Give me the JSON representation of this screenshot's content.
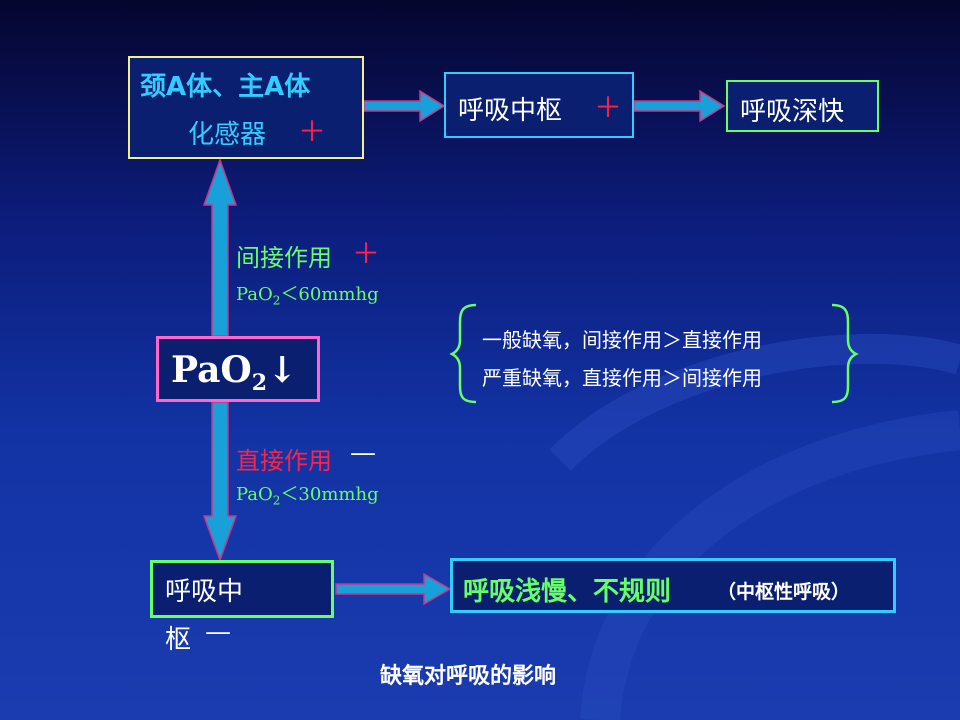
{
  "diagram": {
    "title": "缺氧对呼吸的影响",
    "chemo_box": {
      "line1": "颈A体、主A体",
      "line2": "化感器",
      "sign": "＋"
    },
    "center_box": {
      "label": "呼吸中枢",
      "sign": "＋"
    },
    "deep_box": {
      "label": "呼吸深快"
    },
    "pao2_box": {
      "label": "PaO",
      "sub": "2",
      "arrow": "↓"
    },
    "indirect": {
      "label": "间接作用",
      "sign": "＋",
      "cond_pre": "PaO",
      "cond_sub": "2",
      "cond_post": "＜60mmhg"
    },
    "direct": {
      "label": "直接作用",
      "sign": "—",
      "cond_pre": "PaO",
      "cond_sub": "2",
      "cond_post": "＜30mmhg"
    },
    "note": {
      "line1": "一般缺氧，间接作用＞直接作用",
      "line2": "严重缺氧，直接作用＞间接作用"
    },
    "bottom_center_box": {
      "line1": "呼吸中",
      "line2": "枢",
      "sign": "—"
    },
    "shallow_box": {
      "label": "呼吸浅慢、不规则",
      "note": "（中枢性呼吸）"
    }
  },
  "colors": {
    "yellow": "#f0f090",
    "cyan": "#33ccff",
    "green": "#66ff66",
    "pink": "#ff66cc",
    "red": "#ff2244",
    "arrow_fill": "#1aa0d8",
    "arrow_stroke": "#cc3388"
  }
}
